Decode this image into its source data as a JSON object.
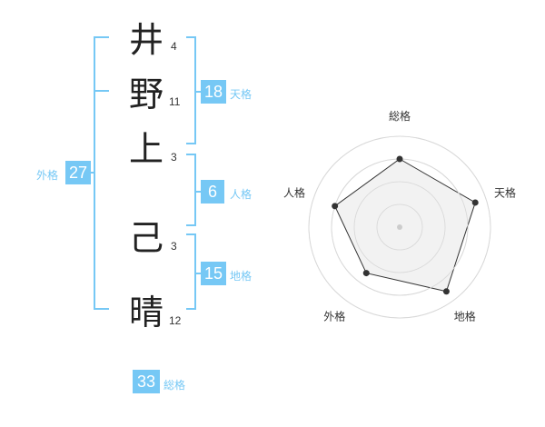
{
  "name": {
    "chars": [
      {
        "char": "井",
        "strokes": "4"
      },
      {
        "char": "野",
        "strokes": "11"
      },
      {
        "char": "上",
        "strokes": "3"
      },
      {
        "char": "己",
        "strokes": "3"
      },
      {
        "char": "晴",
        "strokes": "12"
      }
    ]
  },
  "fortune": {
    "tenkaku": {
      "value": "18",
      "label": "天格"
    },
    "jinkaku": {
      "value": "6",
      "label": "人格"
    },
    "chikaku": {
      "value": "15",
      "label": "地格"
    },
    "gaikaku": {
      "value": "27",
      "label": "外格"
    },
    "soukaku": {
      "value": "33",
      "label": "総格"
    }
  },
  "colors": {
    "accent": "#76c8f5",
    "bracket": "#76c8f5",
    "radar_fill": "#f0f0f0",
    "radar_stroke": "#333333"
  },
  "chart_data": {
    "type": "radar",
    "axes": [
      "総格",
      "天格",
      "地格",
      "外格",
      "人格"
    ],
    "levels": 4,
    "max": 4,
    "values": [
      3,
      3.5,
      3.5,
      2.5,
      3
    ]
  }
}
